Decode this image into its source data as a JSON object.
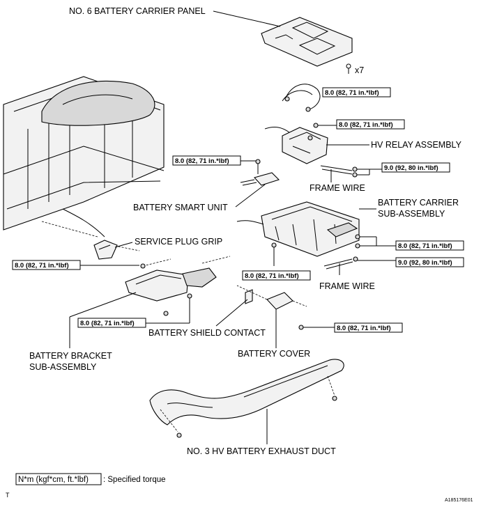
{
  "labels": {
    "carrier_panel": "NO. 6 BATTERY CARRIER PANEL",
    "x7": "x7",
    "relay": "HV RELAY ASSEMBLY",
    "frame_wire_1": "FRAME WIRE",
    "smart_unit": "BATTERY SMART UNIT",
    "carrier_sub_1": "BATTERY CARRIER",
    "carrier_sub_2": "SUB-ASSEMBLY",
    "plug_grip": "SERVICE PLUG GRIP",
    "frame_wire_2": "FRAME WIRE",
    "shield_contact": "BATTERY SHIELD CONTACT",
    "bracket_1": "BATTERY BRACKET",
    "bracket_2": "SUB-ASSEMBLY",
    "cover": "BATTERY COVER",
    "exhaust_duct": "NO. 3 HV BATTERY EXHAUST DUCT"
  },
  "torques": {
    "t1": "8.0 (82, 71 in.*lbf)",
    "t2": "8.0 (82, 71 in.*lbf)",
    "t3": "8.0 (82, 71 in.*lbf)",
    "t4": "9.0 (92, 80 in.*lbf)",
    "t5": "8.0 (82, 71 in.*lbf)",
    "t6": "8.0 (82, 71 in.*lbf)",
    "t7": "9.0 (92, 80 in.*lbf)",
    "t8": "8.0 (82, 71 in.*lbf)",
    "t9": "8.0 (82, 71 in.*lbf)",
    "t10": "8.0 (82, 71 in.*lbf)"
  },
  "legend": {
    "unit": "N*m (kgf*cm, ft.*lbf)",
    "text": ": Specified torque"
  },
  "footer": {
    "corner_mark": "T",
    "figure_id": "A185176E01"
  }
}
